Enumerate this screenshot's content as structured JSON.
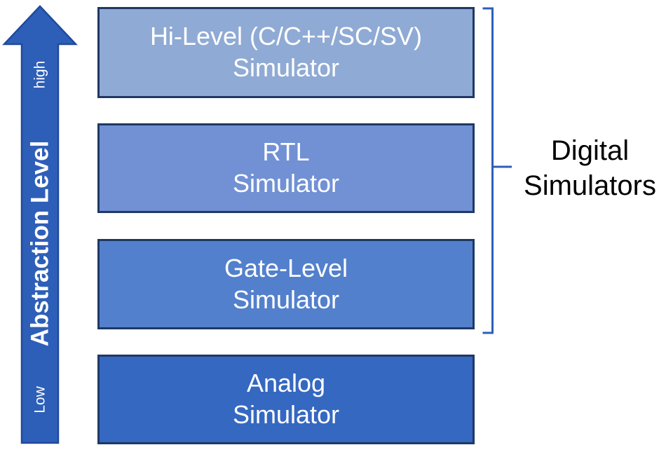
{
  "diagram": {
    "axis": {
      "name": "abstraction-level-arrow",
      "label": "Abstraction Level",
      "top_label": "high",
      "bottom_label": "Low",
      "direction": "up",
      "fill_color": "#2e5fb8",
      "stroke_color": "#1f4a9c",
      "text_color": "#ffffff"
    },
    "boxes": [
      {
        "id": "hi-level-simulator",
        "line1": "Hi-Level (C/C++/SC/SV)",
        "line2": "Simulator",
        "fill_color": "#8faad4",
        "border_color": "#1f3864"
      },
      {
        "id": "rtl-simulator",
        "line1": "RTL",
        "line2": "Simulator",
        "fill_color": "#7191d4",
        "border_color": "#1f3864"
      },
      {
        "id": "gate-level-simulator",
        "line1": "Gate-Level",
        "line2": "Simulator",
        "fill_color": "#5380cc",
        "border_color": "#1f3864"
      },
      {
        "id": "analog-simulator",
        "line1": "Analog",
        "line2": "Simulator",
        "fill_color": "#3568c0",
        "border_color": "#1f3864"
      }
    ],
    "group": {
      "name": "digital-simulators-group",
      "line1": "Digital",
      "line2": "Simulators",
      "bracket_color": "#2e5fb8",
      "text_color": "#000000",
      "covers": [
        "hi-level-simulator",
        "rtl-simulator",
        "gate-level-simulator"
      ]
    }
  }
}
